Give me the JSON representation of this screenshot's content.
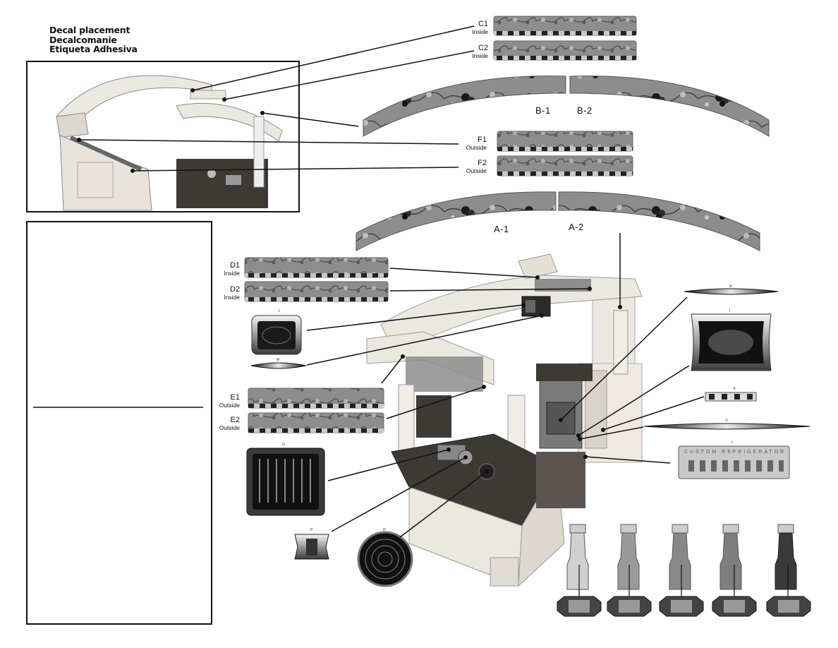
{
  "title": {
    "line1": "Decal placement",
    "line2": "Decalcomanie",
    "line3": "Etiqueta Adhesiva"
  },
  "decals": {
    "C1": {
      "code": "C1",
      "loc": "Inside"
    },
    "C2": {
      "code": "C2",
      "loc": "Inside"
    },
    "F1": {
      "code": "F1",
      "loc": "Outside"
    },
    "F2": {
      "code": "F2",
      "loc": "Outside"
    },
    "D1": {
      "code": "D1",
      "loc": "Inside"
    },
    "D2": {
      "code": "D2",
      "loc": "Inside"
    },
    "E1": {
      "code": "E1",
      "loc": "Outside"
    },
    "E2": {
      "code": "E2",
      "loc": "Outside"
    },
    "B1": "B-1",
    "B2": "B-2",
    "A1": "A-1",
    "A2": "A-2",
    "J": "J",
    "M": "M",
    "G": "G",
    "P": "P",
    "H": "H",
    "N": "N",
    "I": "I",
    "K": "K",
    "O": "O",
    "L": "L",
    "fridge_text": "CUSTOM REFRIGERATOR"
  },
  "colors": {
    "outline": "#111111",
    "border_gray": "#777777",
    "vine_bg": "#8a8a8a",
    "kitchen_cream": "#ebe8df",
    "counter_dark": "#3d3a36"
  }
}
